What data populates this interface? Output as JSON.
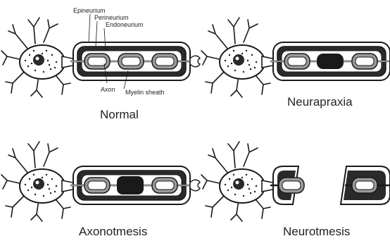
{
  "panels": [
    {
      "title": "Normal",
      "injury": "normal"
    },
    {
      "title": "Neurapraxia",
      "injury": "neurapraxia"
    },
    {
      "title": "Axonotmesis",
      "injury": "axonotmesis"
    },
    {
      "title": "Neurotmesis",
      "injury": "neurotmesis"
    }
  ],
  "labels": {
    "epineurium": "Epineurium",
    "perineurium": "Perineurium",
    "endoneurium": "Endoneurium",
    "axon": "Axon",
    "myelin_sheath": "Myelin sheath"
  },
  "colors": {
    "ink": "#1a1a1a",
    "fill": "#ffffff",
    "grey": "#9a9a9a",
    "dark": "#2a2a2a"
  }
}
